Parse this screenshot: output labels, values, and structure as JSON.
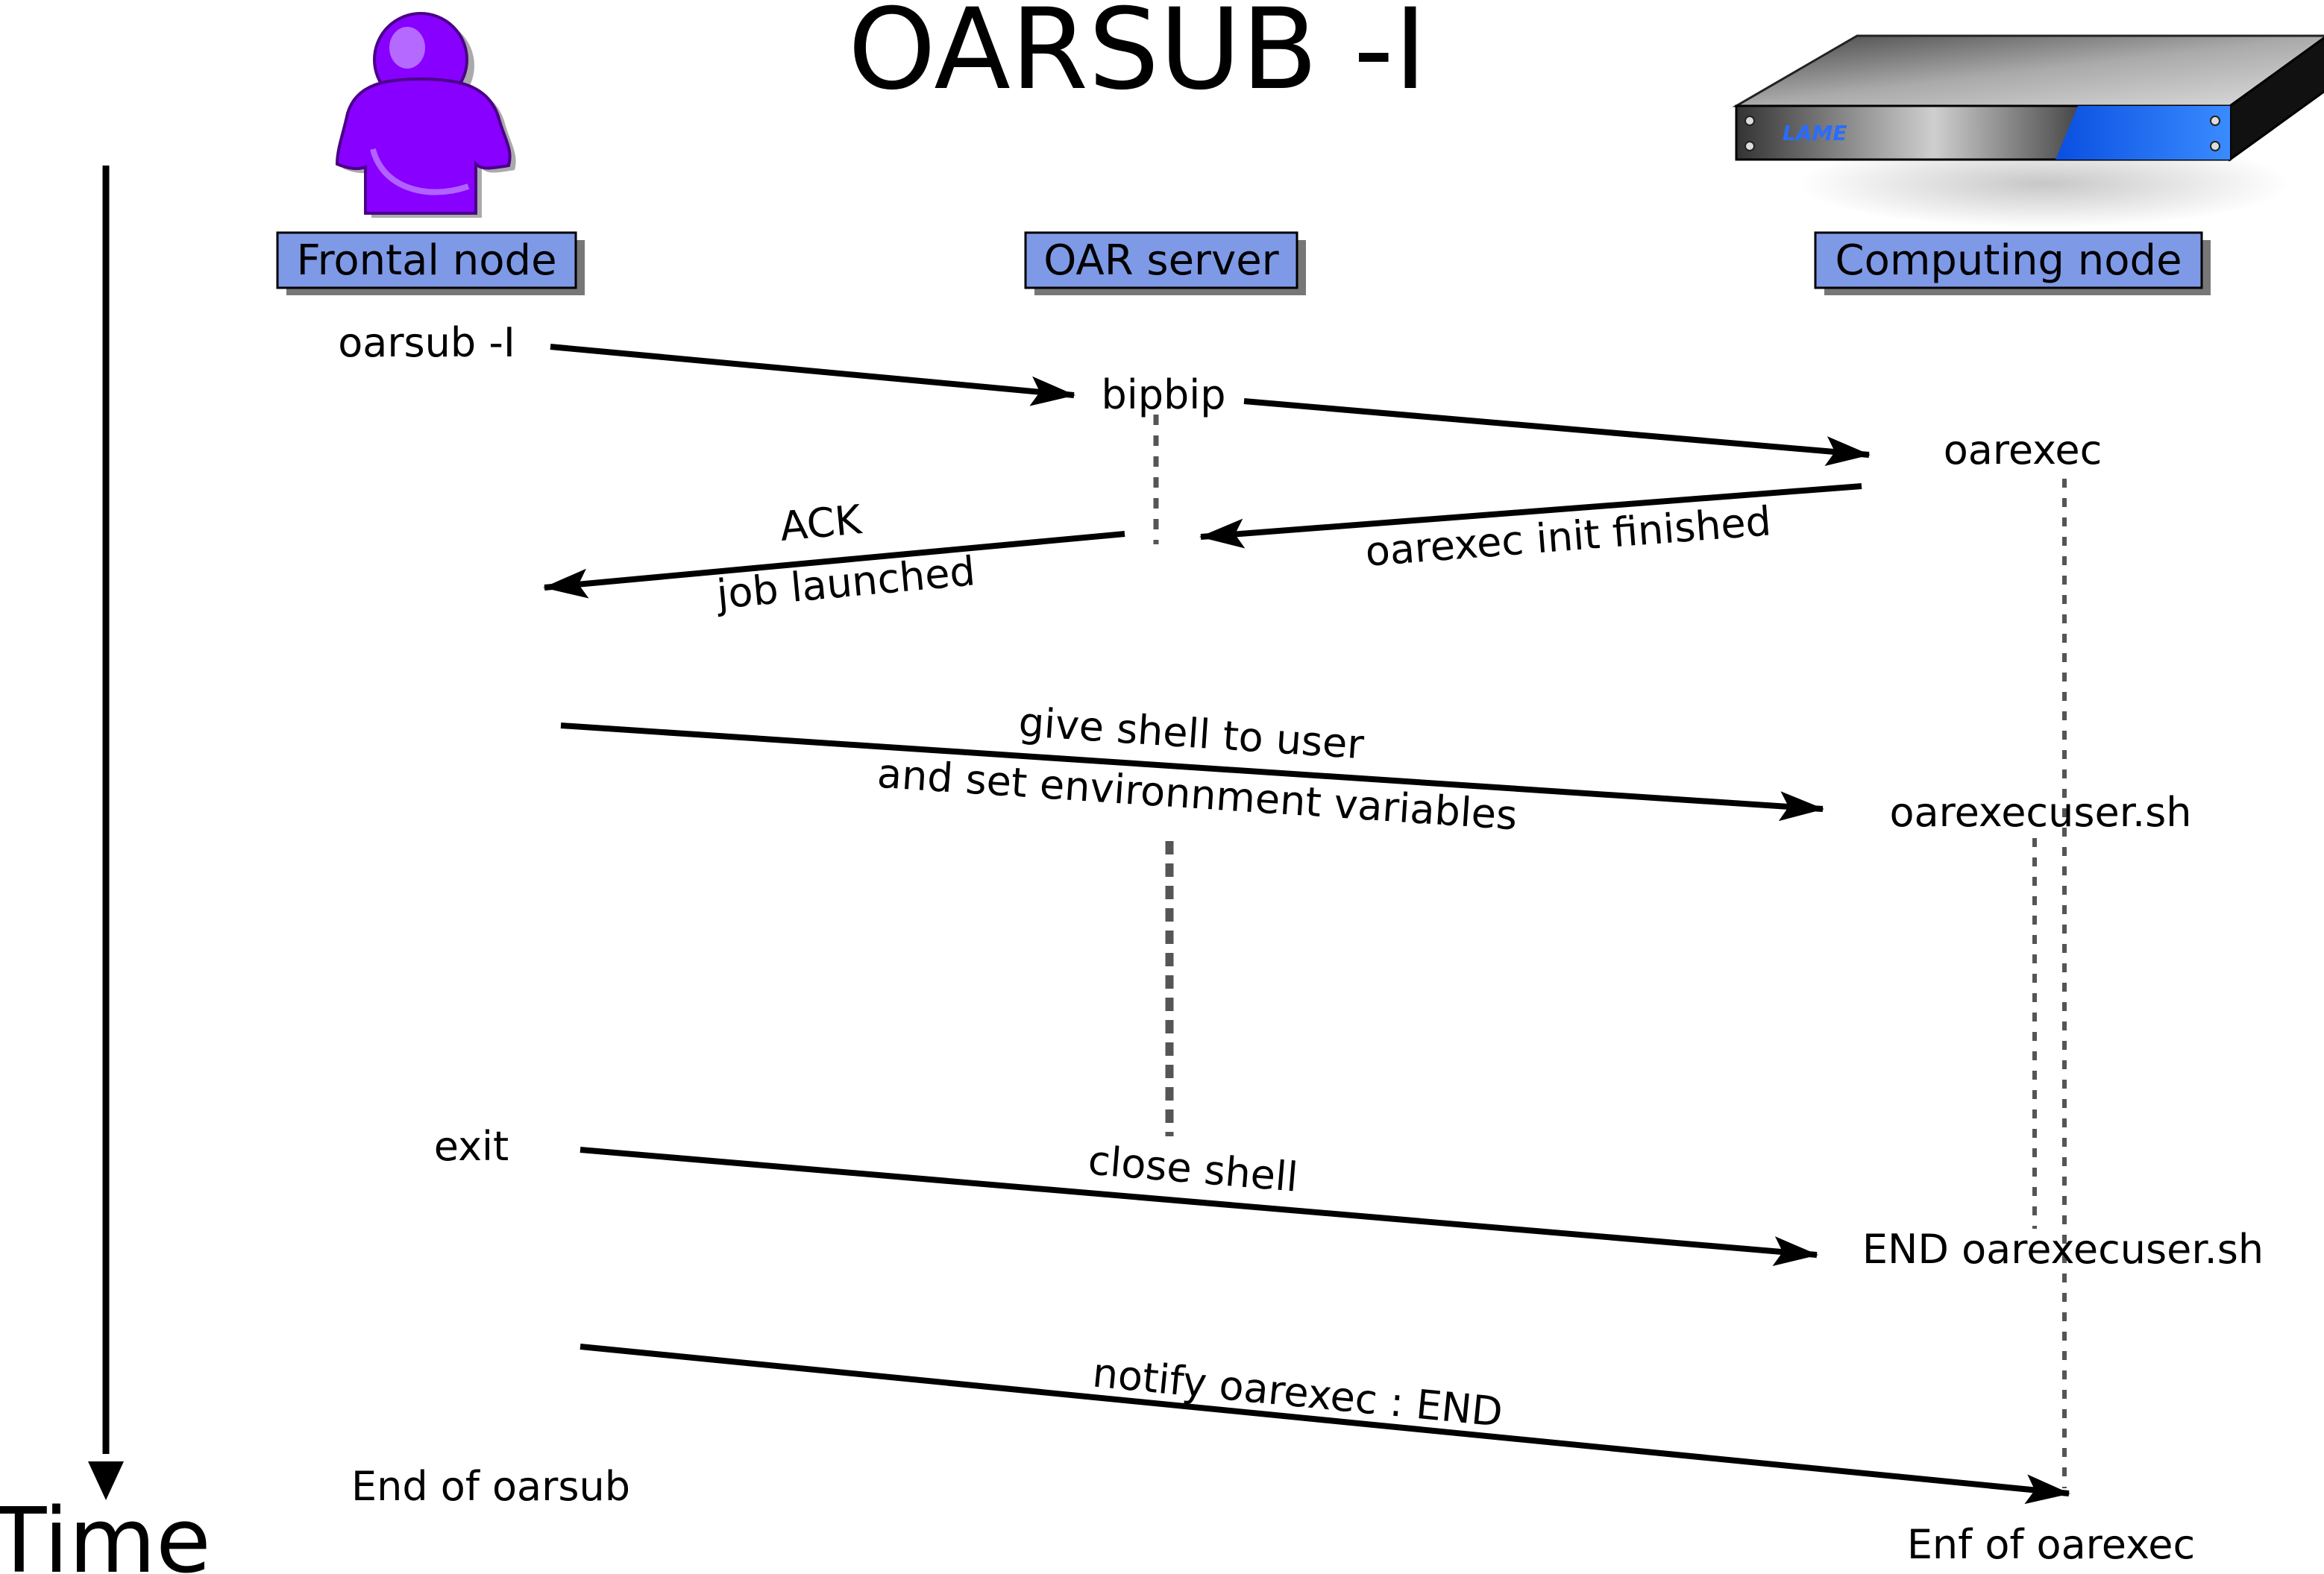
{
  "title": "OARSUB -I",
  "axis": {
    "label": "Time"
  },
  "server_label": "LAME",
  "nodes": {
    "frontal": "Frontal node",
    "oar_server": "OAR server",
    "computing": "Computing node"
  },
  "steps": {
    "oarsub": "oarsub -I",
    "bipbip": "bipbip",
    "oarexec": "oarexec",
    "ack": "ACK",
    "job_launched": "job launched",
    "init_finished": "oarexec init finished",
    "give_shell": "give shell to user",
    "set_env": "and set environnment variables",
    "oarexecuser": "oarexecuser.sh",
    "exit": "exit",
    "close_shell": "close shell",
    "end_oarexecuser": "END oarexecuser.sh",
    "notify": "notify oarexec : END",
    "end_oarsub": "End of oarsub",
    "end_oarexec": "Enf of oarexec"
  },
  "colors": {
    "node_box": "#7e99e6",
    "user_icon": "#8800ff",
    "server_stripe": "#1a6cff"
  }
}
